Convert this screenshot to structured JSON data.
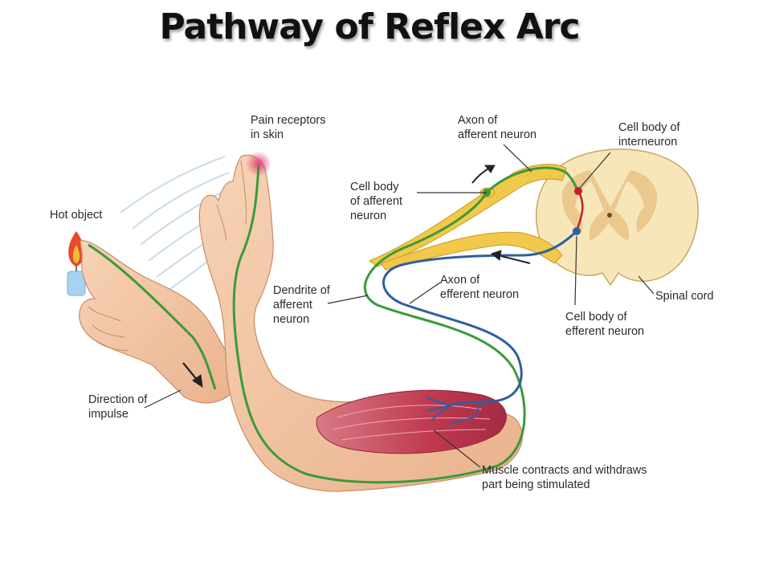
{
  "title": "Pathway of Reflex Arc",
  "labels": {
    "pain_receptors": [
      "Pain receptors",
      "in skin"
    ],
    "hot_object": [
      "Hot object"
    ],
    "axon_afferent": [
      "Axon of",
      "afferent neuron"
    ],
    "cell_body_interneuron": [
      "Cell body of",
      "interneuron"
    ],
    "cell_body_afferent": [
      "Cell body",
      "of afferent",
      "neuron"
    ],
    "dendrite_afferent": [
      "Dendrite of",
      "afferent",
      "neuron"
    ],
    "axon_efferent": [
      "Axon of",
      "efferent neuron"
    ],
    "spinal_cord": [
      "Spinal cord"
    ],
    "cell_body_efferent": [
      "Cell body of",
      "efferent neuron"
    ],
    "direction_impulse": [
      "Direction of",
      "impulse"
    ],
    "muscle_contracts": [
      "Muscle contracts and withdraws",
      "part being stimulated"
    ]
  },
  "colors": {
    "afferent_neuron": "#3a9a3a",
    "efferent_neuron": "#2f5f9f",
    "interneuron": "#c0202a",
    "nerve_root": "#f2c84a",
    "spinal_cord_white_matter": "#f7e7b8",
    "spinal_cord_grey_matter": "#e8c48a",
    "skin": "#f3c5a3",
    "muscle": "#c94a5e",
    "flame": "#e34b2a",
    "candle": "#a9d2f0"
  }
}
